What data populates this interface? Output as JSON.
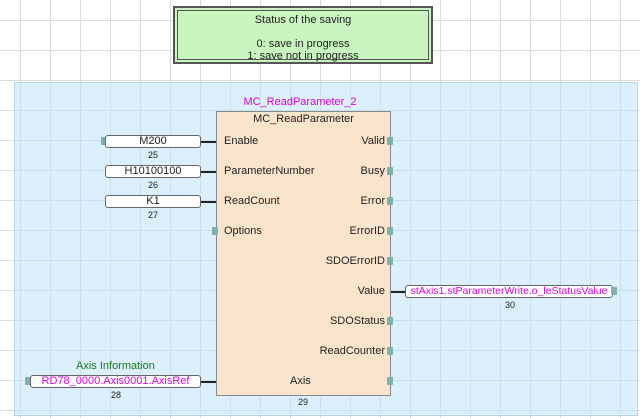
{
  "comment": {
    "title": "Status of the saving",
    "line1": "0: save in progress",
    "line2": "1: save not in progress"
  },
  "block": {
    "instance": "MC_ReadParameter_2",
    "type": "MC_ReadParameter",
    "number": "29",
    "inputs": [
      "Enable",
      "ParameterNumber",
      "ReadCount",
      "Options",
      "Axis"
    ],
    "outputs": [
      "Valid",
      "Busy",
      "Error",
      "ErrorID",
      "SDOErrorID",
      "Value",
      "SDOStatus",
      "ReadCounter"
    ]
  },
  "vars": {
    "enable": {
      "value": "M200",
      "num": "25"
    },
    "param": {
      "value": "H10100100",
      "num": "26"
    },
    "count": {
      "value": "K1",
      "num": "27"
    },
    "axis": {
      "value": "RD78_0000.Axis0001.AxisRef",
      "num": "28",
      "label": "Axis Information"
    },
    "value_out": {
      "value": "stAxis1.stParameterWrite.o_leStatusValue",
      "num": "30"
    }
  }
}
